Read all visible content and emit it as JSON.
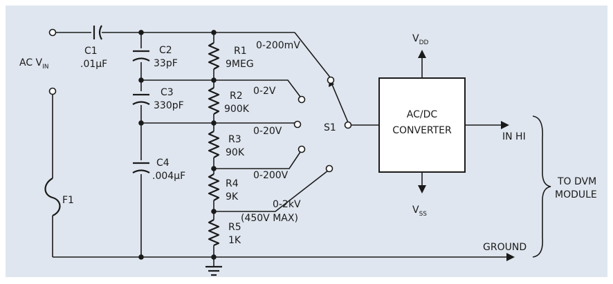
{
  "colors": {
    "background": "#dfe6ef",
    "ink": "#1a1a1a",
    "box": "#ffffff"
  },
  "labels": {
    "ac_vin_main": "AC V",
    "ac_vin_sub": "IN",
    "c1_name": "C1",
    "c1_value": ".01µF",
    "c2_name": "C2",
    "c2_value": "33pF",
    "c3_name": "C3",
    "c3_value": "330pF",
    "c4_name": "C4",
    "c4_value": ".004µF",
    "r1_name": "R1",
    "r1_value": "9MEG",
    "r2_name": "R2",
    "r2_value": "900K",
    "r3_name": "R3",
    "r3_value": "90K",
    "r4_name": "R4",
    "r4_value": "9K",
    "r5_name": "R5",
    "r5_value": "1K",
    "fuse_name": "F1",
    "range_200mv": "0-200mV",
    "range_2v": "0-2V",
    "range_20v": "0-20V",
    "range_200v": "0-200V",
    "range_2kv": "0-2kV",
    "range_2kv_note": "(450V MAX)",
    "switch_name": "S1",
    "converter_line1": "AC/DC",
    "converter_line2": "CONVERTER",
    "vdd_main": "V",
    "vdd_sub": "DD",
    "vss_main": "V",
    "vss_sub": "SS",
    "in_hi": "IN HI",
    "ground": "GROUND",
    "to_dvm_line1": "TO DVM",
    "to_dvm_line2": "MODULE"
  }
}
